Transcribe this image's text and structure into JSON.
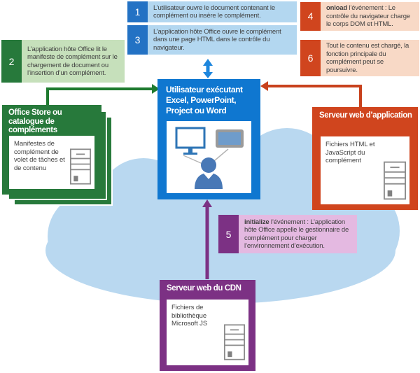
{
  "colors": {
    "blue_number": "#2372c4",
    "blue_step_bg": "#b3d7f0",
    "blue_center_box": "#0f77d0",
    "blue_arrow": "#1d86dd",
    "green_box": "#27793b",
    "green_step_bg": "#c6e0bb",
    "green_arrow": "#1e7a2f",
    "orange_box": "#d0451e",
    "orange_step_bg": "#f8d9c6",
    "purple_box": "#7c3184",
    "purple_step_bg": "#e4b9e1",
    "cloud": "#b9d8f0",
    "body_text": "#3f3f3f"
  },
  "steps": [
    {
      "number": "1",
      "bold": "",
      "text": "L’utilisateur ouvre le document contenant le complément ou insère le complément."
    },
    {
      "number": "2",
      "bold": "",
      "text": "L’application hôte Office lit le manifeste de complément sur le chargement de document ou l’insertion d’un complément."
    },
    {
      "number": "3",
      "bold": "",
      "text": "L’application hôte Office ouvre le complément dans une page HTML dans le contrôle du navigateur."
    },
    {
      "number": "4",
      "bold": "onload",
      "text": " l’événement : Le contrôle du navigateur charge le corps DOM et HTML."
    },
    {
      "number": "5",
      "bold": "initialize",
      "text": " l’événement : L’application hôte Office appelle le gestionnaire de complément pour charger l’environnement d’exécution."
    },
    {
      "number": "6",
      "bold": "",
      "text": "Tout le contenu est chargé, la fonction principale du complément peut se poursuivre."
    }
  ],
  "center_box": {
    "title": "Utilisateur exécutant Excel, PowerPoint, Project ou Word",
    "icons": [
      "desktop-monitor-icon",
      "tablet-icon",
      "user-person-icon"
    ]
  },
  "office_store_box": {
    "title": "Office Store ou catalogue de compléments",
    "panel_text": "Manifestes de complément de volet de tâches et de contenu",
    "icon": "server-icon"
  },
  "app_server_box": {
    "title": "Serveur web d’application",
    "panel_text": "Fichiers HTML et JavaScript du complément",
    "icon": "server-icon"
  },
  "cdn_box": {
    "title": "Serveur web du CDN",
    "panel_text": "Fichiers de bibliothèque Microsoft JS",
    "icon": "server-icon"
  }
}
